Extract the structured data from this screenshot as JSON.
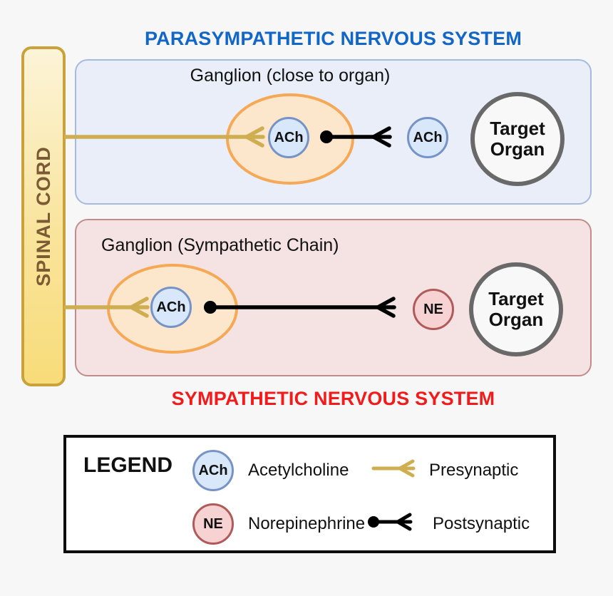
{
  "titles": {
    "parasympathetic": "PARASYMPATHETIC NERVOUS SYSTEM",
    "sympathetic": "SYMPATHETIC NERVOUS SYSTEM"
  },
  "spinal_cord": {
    "label": "SPINAL CORD"
  },
  "panels": {
    "parasympathetic": {
      "ganglion_label": "Ganglion (close to organ)",
      "preganglionic_nt": "ACh",
      "postganglionic_nt": "ACh",
      "target_organ": "Target Organ"
    },
    "sympathetic": {
      "ganglion_label": "Ganglion (Sympathetic Chain)",
      "preganglionic_nt": "ACh",
      "postganglionic_nt": "NE",
      "target_organ": "Target Organ"
    }
  },
  "legend": {
    "title": "LEGEND",
    "items": [
      {
        "symbol": "ACh",
        "label": "Acetylcholine",
        "symbol_type": "circle"
      },
      {
        "symbol": "NE",
        "label": "Norepinephrine",
        "symbol_type": "circle"
      },
      {
        "symbol": "presynaptic-fiber",
        "label": "Presynaptic",
        "symbol_type": "fiber"
      },
      {
        "symbol": "postsynaptic-fiber",
        "label": "Postsynaptic",
        "symbol_type": "fiber"
      }
    ]
  },
  "colors": {
    "background": "#F7F7F7",
    "parasympathetic_title": "#1266C8",
    "sympathetic_title": "#F21B1B",
    "parasympathetic_panel_fill": "#E9EEF8",
    "parasympathetic_panel_border": "#A7B9DC",
    "sympathetic_panel_fill": "#F5E2E2",
    "sympathetic_panel_border": "#C08C8C",
    "ganglion_fill": "#FCE7CD",
    "ganglion_border": "#F5A855",
    "ach_fill": "#D9E7FA",
    "ach_border": "#7693C6",
    "ne_fill": "#F6D2D2",
    "ne_border": "#B05A5A",
    "target_organ_border": "#696969",
    "spinal_cord_fill": "#F8DC79",
    "spinal_cord_border": "#C9A23B",
    "spinal_cord_text": "#7B5B33",
    "presynaptic_fiber": "#CFAE52",
    "postsynaptic_fiber": "#000000"
  }
}
